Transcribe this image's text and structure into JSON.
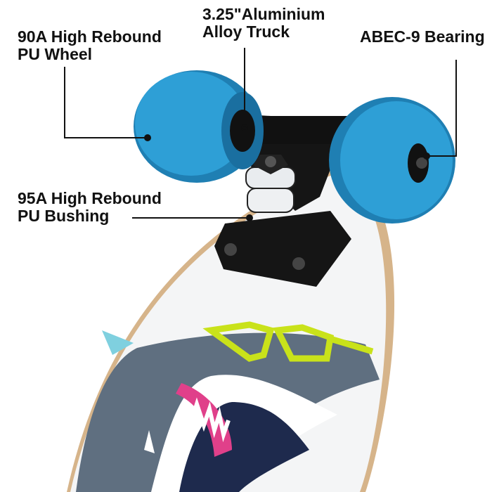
{
  "callouts": {
    "wheel": {
      "line1": "90A High Rebound",
      "line2": "PU Wheel"
    },
    "truck": {
      "line1": "3.25\"Aluminium",
      "line2": "Alloy Truck"
    },
    "bearing": {
      "line1": "ABEC-9 Bearing"
    },
    "bushing": {
      "line1": "95A High Rebound",
      "line2": "PU Bushing"
    }
  },
  "palette": {
    "wheel": "#2e9fd6",
    "wheel_dark": "#1f7fb3",
    "truck": "#151515",
    "deck": "#f4f5f6",
    "shark": "#5f6f80",
    "glasses": "#c9e21a",
    "tongue": "#e0408a",
    "fin": "#7fd0df",
    "wood": "#d6b48a"
  },
  "icons": [
    "skateboard",
    "shark-graphic",
    "sunglasses"
  ]
}
